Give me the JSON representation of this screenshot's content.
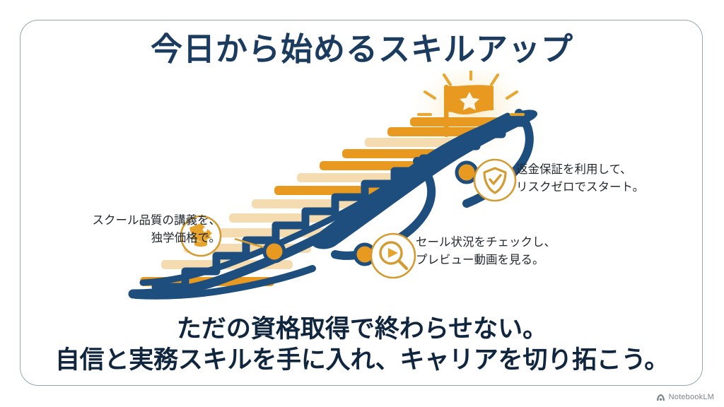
{
  "slide": {
    "title": "今日から始めるスキルアップ",
    "bottom_message": {
      "line1": "ただの資格取得で終わらせない。",
      "line2": "自信と実務スキルを手に入れ、キャリアを切り拓こう。"
    }
  },
  "callouts": [
    {
      "id": "school-quality",
      "icon": "price-tag-graduation-cap-icon",
      "line1": "スクール品質の講義を、",
      "line2": "独学価格で。",
      "align": "right"
    },
    {
      "id": "refund-guarantee",
      "icon": "shield-check-icon",
      "line1": "返金保証を利用して、",
      "line2": "リスクゼロでスタート。",
      "align": "left"
    },
    {
      "id": "sale-preview",
      "icon": "magnifier-play-icon",
      "line1": "セール状況をチェックし、",
      "line2": "プレビュー動画を見る。",
      "align": "left"
    }
  ],
  "illustration": {
    "name": "ascending-staircase-with-goal-flag",
    "goal_icon": "flag-with-star-icon",
    "step_count": 13,
    "connector_dots": 3
  },
  "watermark": {
    "label": "NotebookLM",
    "icon": "notebooklm-logo-icon"
  },
  "colors": {
    "title_navy": "#1b3b5f",
    "body_dark": "#22282e",
    "stair_navy": "#1d4e7e",
    "accent_orange": "#e8991f",
    "tread_cream": "#f5dcb0",
    "icon_gold": "#d49b33",
    "card_border": "#93a6ad",
    "background": "#ffffff"
  }
}
